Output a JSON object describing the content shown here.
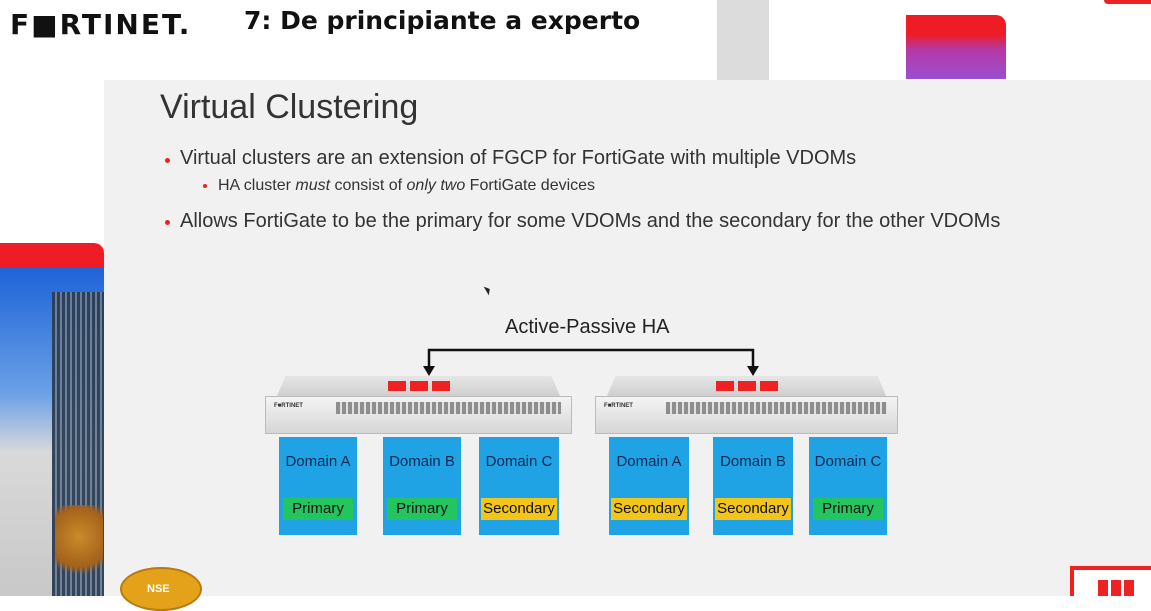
{
  "header": {
    "brand": "F■RTINET.",
    "course_title": "7: De principiante a experto"
  },
  "slide": {
    "title": "Virtual Clustering",
    "bullets": [
      "Virtual clusters are an extension of FGCP for FortiGate with multiple VDOMs",
      "HA cluster must consist of only two FortiGate devices",
      "Allows FortiGate to be the primary for some VDOMs and the secondary for the other VDOMs"
    ],
    "diagram_label": "Active-Passive HA",
    "device_brand": "F■RTINET",
    "devices": [
      {
        "domains": [
          {
            "name": "Domain A",
            "role": "Primary"
          },
          {
            "name": "Domain B",
            "role": "Primary"
          },
          {
            "name": "Domain C",
            "role": "Secondary"
          }
        ]
      },
      {
        "domains": [
          {
            "name": "Domain A",
            "role": "Secondary"
          },
          {
            "name": "Domain B",
            "role": "Secondary"
          },
          {
            "name": "Domain C",
            "role": "Primary"
          }
        ]
      }
    ]
  },
  "badge": {
    "text": "NSE"
  },
  "colors": {
    "accent": "#ee1c25",
    "domain": "#1fa3e4",
    "primary": "#22c55e",
    "secondary": "#f3c41a"
  }
}
